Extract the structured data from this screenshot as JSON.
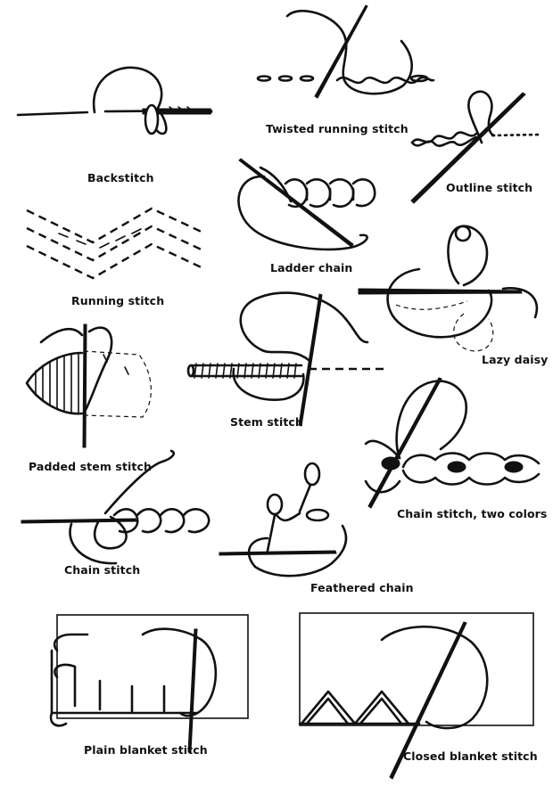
{
  "labels": {
    "backstitch": "Backstitch",
    "twisted_running": "Twisted running stitch",
    "outline": "Outline stitch",
    "ladder_chain": "Ladder chain",
    "running": "Running stitch",
    "lazy_daisy": "Lazy daisy",
    "stem": "Stem stitch",
    "padded_stem": "Padded stem stitch",
    "chain_two_colors": "Chain stitch, two colors",
    "chain": "Chain stitch",
    "feathered_chain": "Feathered chain",
    "plain_blanket": "Plain blanket stitch",
    "closed_blanket": "Closed blanket stitch"
  },
  "colors": {
    "ink": "#111111",
    "paper": "#ffffff"
  }
}
